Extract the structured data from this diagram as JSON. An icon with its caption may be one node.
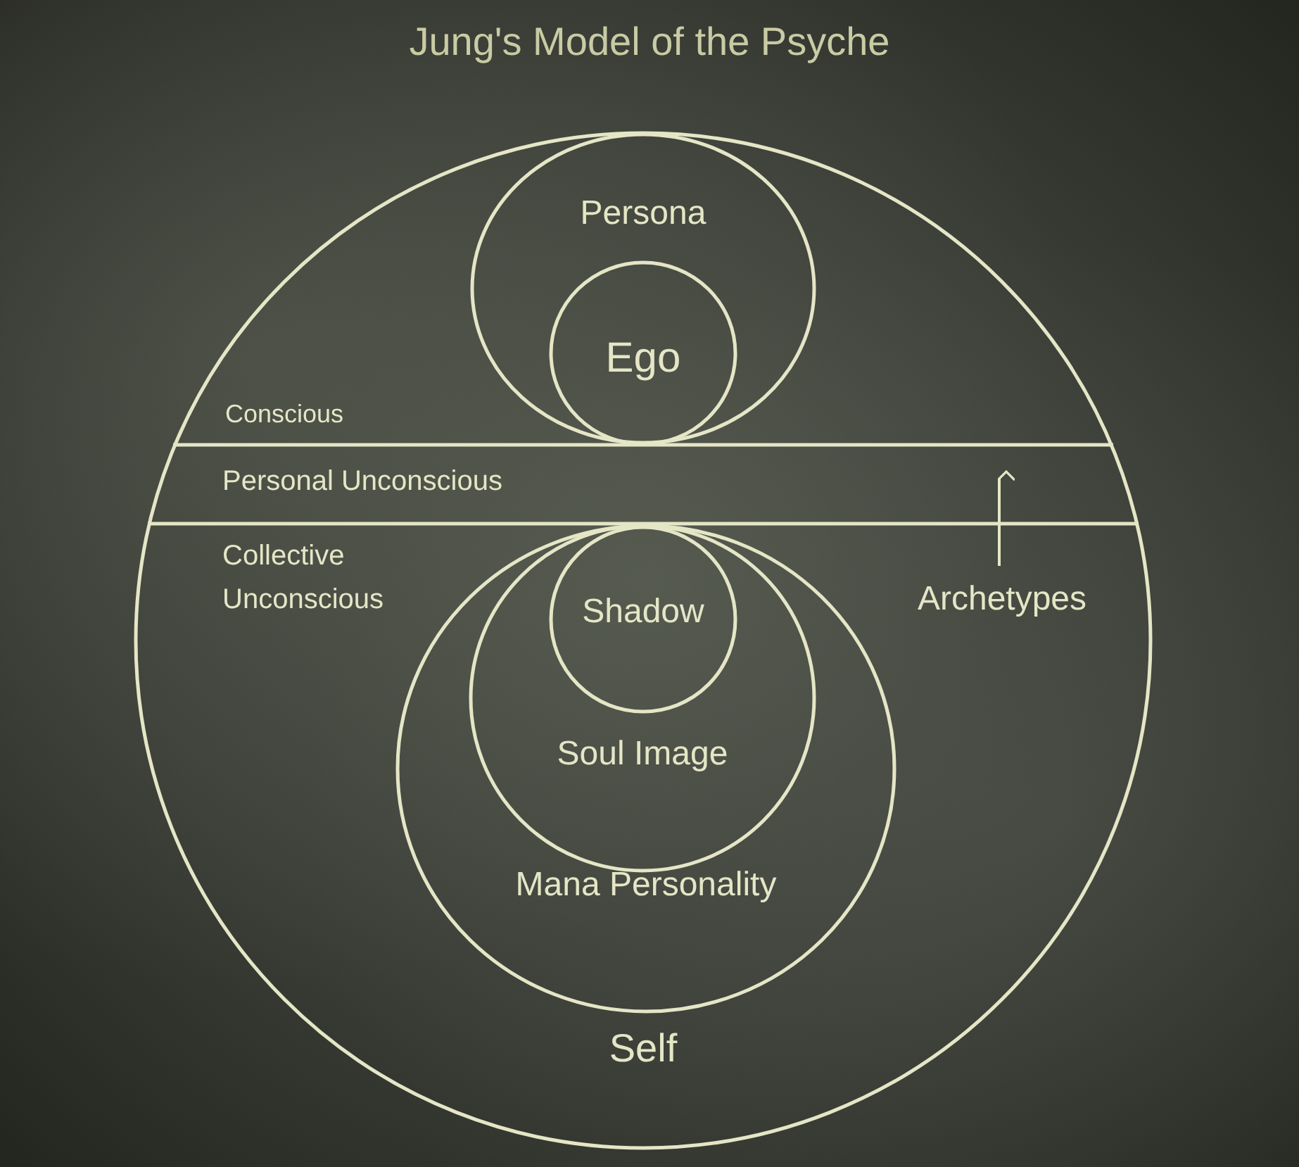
{
  "diagram": {
    "title": "Jung's Model of the Psyche",
    "nodes": [
      {
        "text": [
          "Self"
        ]
      },
      {
        "text": [
          "Persona"
        ],
        "in": 0
      },
      {
        "text": [
          "Ego"
        ],
        "in": 1
      },
      {
        "text": [
          "Personal Unconscious"
        ],
        "in": 0
      },
      {
        "text": [
          "Mana Personality"
        ],
        "in": 0
      },
      {
        "text": [
          "Soul Image"
        ],
        "in": 4
      },
      {
        "text": [
          "Shadow"
        ],
        "in": 5
      },
      {
        "text": [
          "Archetypes"
        ],
        "in": 0
      }
    ],
    "edges": [
      {
        "from": 7,
        "to": 3,
        "arrow": "to"
      }
    ],
    "labels": [
      "Conscious",
      "Collective Unconscious"
    ]
  }
}
